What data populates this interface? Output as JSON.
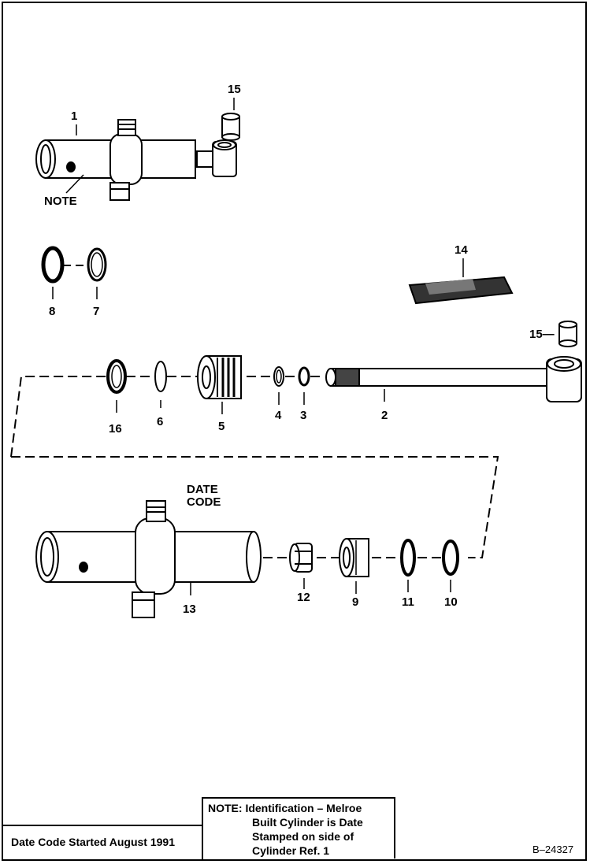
{
  "callouts": {
    "c1": "1",
    "c15a": "15",
    "c15b": "15—",
    "c8": "8",
    "c7": "7",
    "c14": "14",
    "c16": "16",
    "c6": "6",
    "c5": "5",
    "c4": "4",
    "c3": "3",
    "c2": "2",
    "c13": "13",
    "c12": "12",
    "c9": "9",
    "c11": "11",
    "c10": "10"
  },
  "labels": {
    "note": "NOTE",
    "date_code_1": "DATE",
    "date_code_2": "CODE"
  },
  "note_box": {
    "line1": "NOTE: Identification – Melroe",
    "line2": "Built Cylinder is Date",
    "line3": "Stamped on side of",
    "line4": "Cylinder Ref. 1"
  },
  "footer": {
    "date_code_text": "Date Code Started August 1991",
    "drawing_ref": "B–24327"
  }
}
